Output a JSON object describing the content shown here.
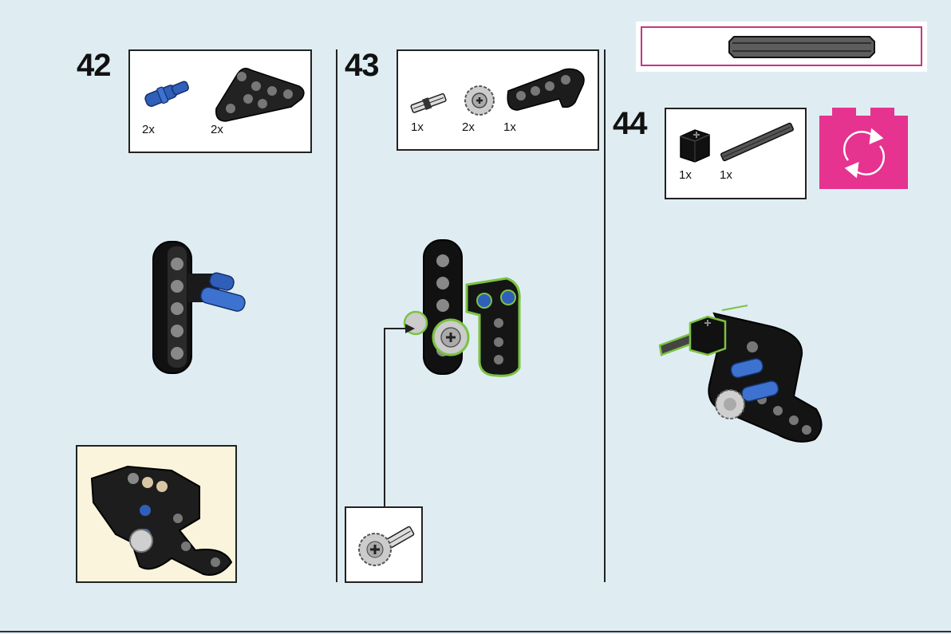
{
  "steps": [
    {
      "number": "42",
      "parts": [
        {
          "icon": "blue-pin-icon",
          "qty": "2x"
        },
        {
          "icon": "triangle-beam-icon",
          "qty": "2x"
        }
      ]
    },
    {
      "number": "43",
      "parts": [
        {
          "icon": "short-axle-icon",
          "qty": "1x"
        },
        {
          "icon": "bevel-gear-icon",
          "qty": "2x"
        },
        {
          "icon": "l-beam-icon",
          "qty": "1x"
        }
      ]
    },
    {
      "number": "44",
      "parts": [
        {
          "icon": "axle-brick-icon",
          "qty": "1x"
        },
        {
          "icon": "long-axle-icon",
          "qty": "1x"
        }
      ]
    }
  ],
  "colors": {
    "background": "#dfedf3",
    "rotate_badge": "#e6338f",
    "highlight": "#7cc242",
    "pin_blue": "#2f5fb8",
    "inset_background": "#fbf4dc"
  },
  "icons": {
    "rotate": "rotate-model-icon",
    "axle_ruler": "axle-length-icon"
  }
}
